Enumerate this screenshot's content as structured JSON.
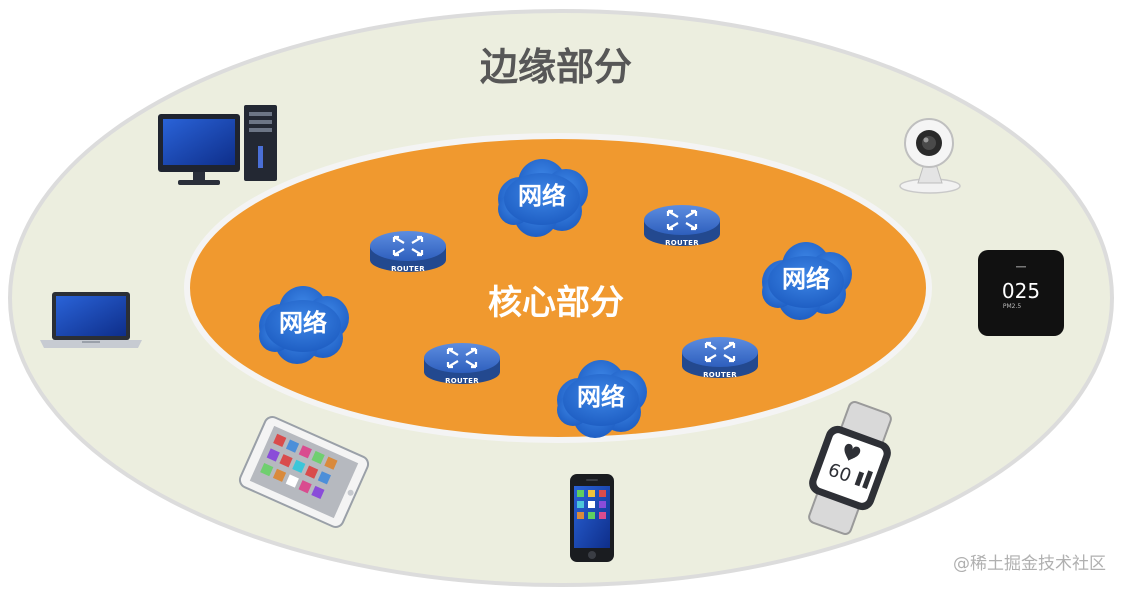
{
  "edge_label": "边缘部分",
  "core_label": "核心部分",
  "network_label": "网络",
  "router_label": "ROUTER",
  "air_monitor": {
    "reading": "025",
    "sub": "PM2.5"
  },
  "smartwatch": {
    "reading": "60"
  },
  "watermark": "@稀土掘金技术社区",
  "colors": {
    "outer_fill": "#eceedf",
    "outer_stroke": "#dcdcdc",
    "core_fill": "#f0992f",
    "core_stroke": "#f2f2f2",
    "cloud": "#2b6fd2",
    "router": "#2f63c0"
  },
  "icons": [
    "desktop-computer-icon",
    "laptop-icon",
    "tablet-icon",
    "smartphone-icon",
    "smartwatch-icon",
    "air-monitor-icon",
    "webcam-icon",
    "router-icon",
    "network-cloud-icon"
  ]
}
